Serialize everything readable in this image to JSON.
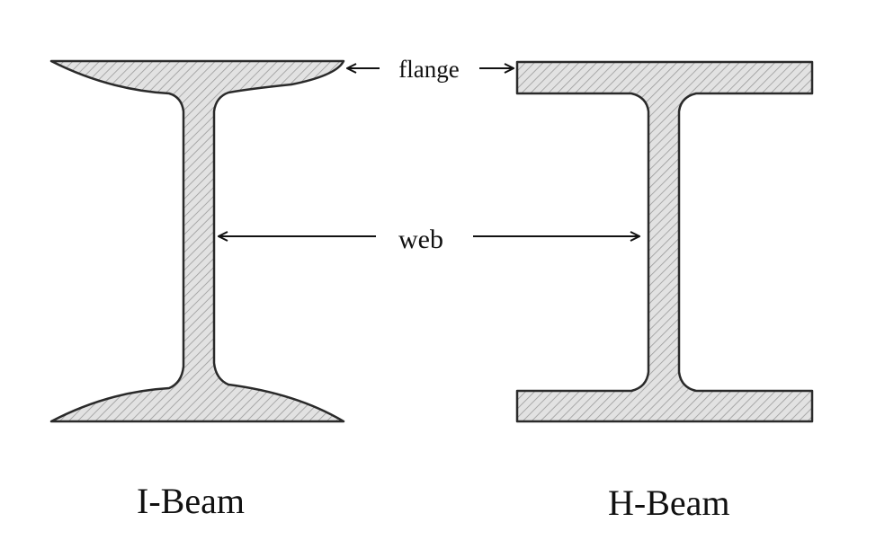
{
  "labels": {
    "flange": "flange",
    "web": "web",
    "i_beam": "I-Beam",
    "h_beam": "H-Beam"
  },
  "colors": {
    "fill": "#e2e2e2",
    "hatch": "#9a9a9a",
    "outline": "#2a2a2a",
    "arrow": "#111111"
  }
}
